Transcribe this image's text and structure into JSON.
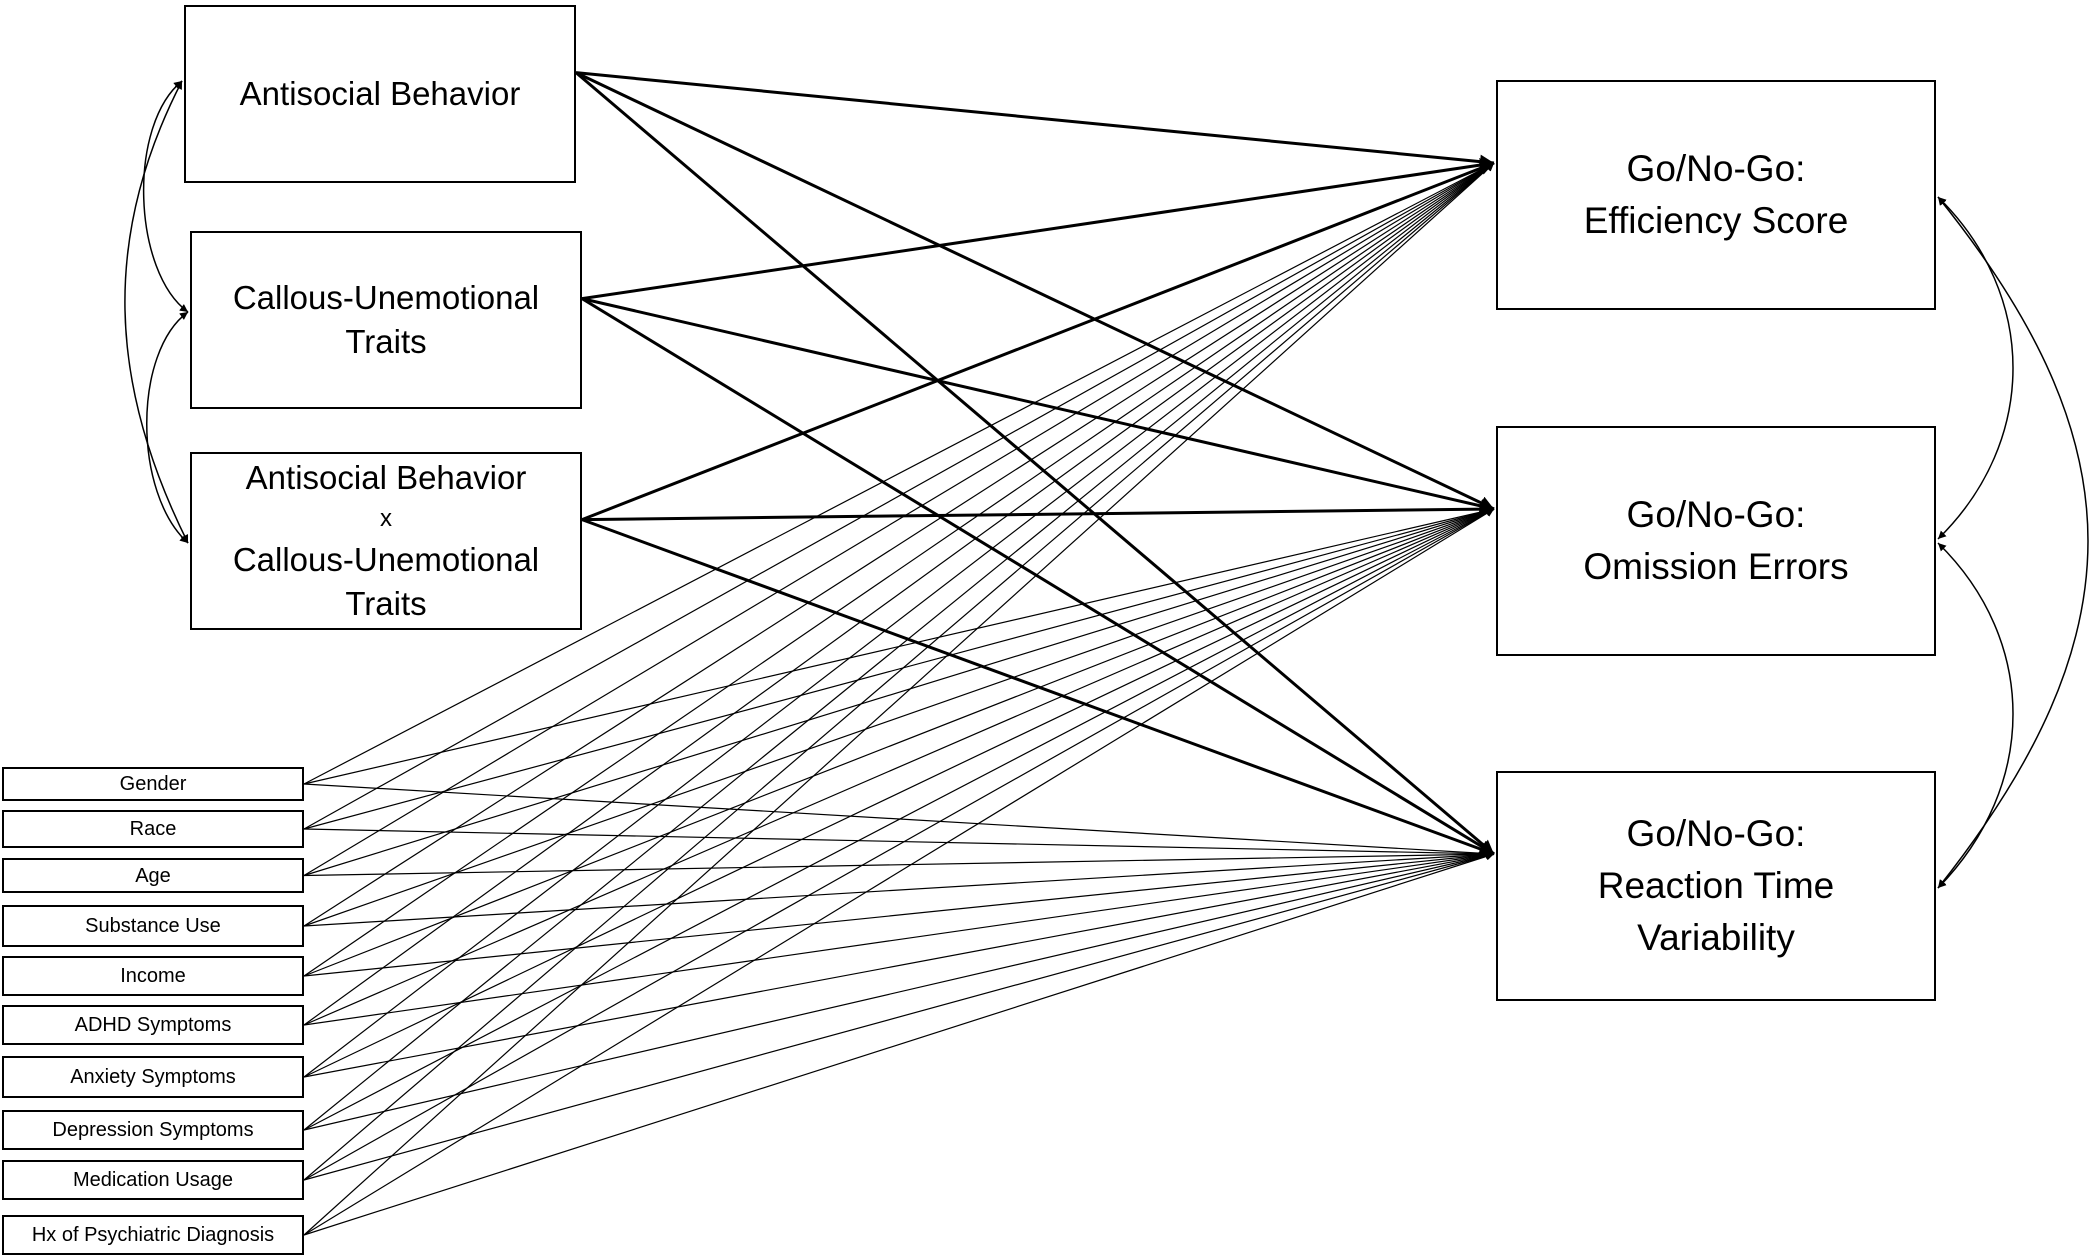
{
  "predictors": [
    {
      "id": "asb",
      "lines": [
        "Antisocial Behavior"
      ]
    },
    {
      "id": "cu",
      "lines": [
        "Callous-Unemotional",
        "Traits"
      ]
    },
    {
      "id": "asbxcu",
      "lines": [
        "Antisocial Behavior",
        "x",
        "Callous-Unemotional",
        "Traits"
      ]
    }
  ],
  "outcomes": [
    {
      "id": "eff",
      "lines": [
        "Go/No-Go:",
        "Efficiency Score"
      ]
    },
    {
      "id": "om",
      "lines": [
        "Go/No-Go:",
        "Omission Errors"
      ]
    },
    {
      "id": "rtv",
      "lines": [
        "Go/No-Go:",
        "Reaction Time",
        "Variability"
      ]
    }
  ],
  "covariates": [
    "Gender",
    "Race",
    "Age",
    "Substance Use",
    "Income",
    "ADHD Symptoms",
    "Anxiety Symptoms",
    "Depression Symptoms",
    "Medication Usage",
    "Hx of Psychiatric Diagnosis"
  ]
}
